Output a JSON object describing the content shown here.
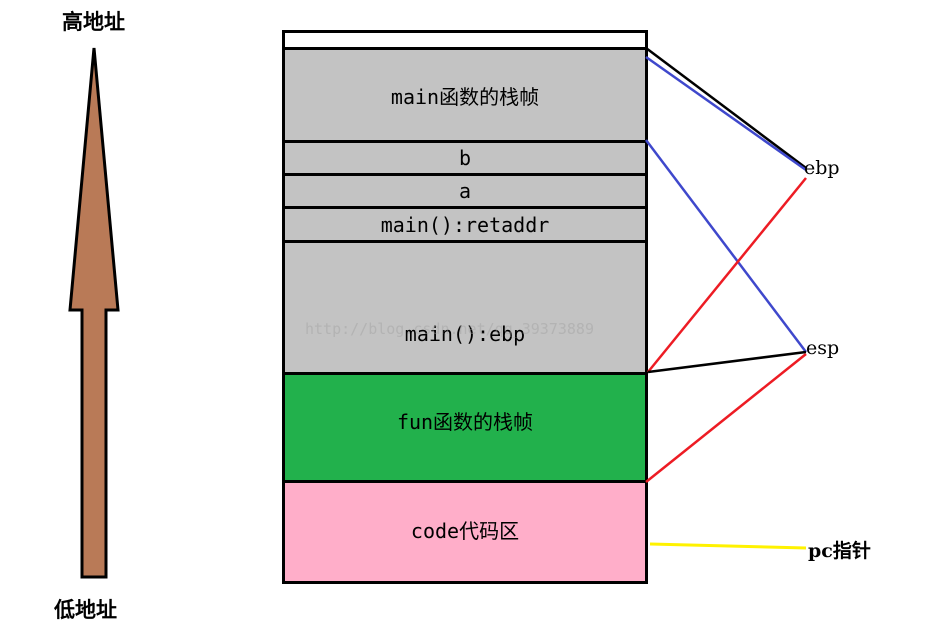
{
  "address_labels": {
    "high": "高地址",
    "low": "低地址"
  },
  "stack": {
    "blocks": [
      {
        "id": "top-empty",
        "label": "",
        "color": "#ffffff"
      },
      {
        "id": "main-frame",
        "label": "main函数的栈帧",
        "color": "#c3c3c3"
      },
      {
        "id": "var-b",
        "label": "b",
        "color": "#c3c3c3"
      },
      {
        "id": "var-a",
        "label": "a",
        "color": "#c3c3c3"
      },
      {
        "id": "main-retaddr",
        "label": "main():retaddr",
        "color": "#c3c3c3"
      },
      {
        "id": "main-ebp",
        "label": "main():ebp",
        "color": "#c3c3c3"
      },
      {
        "id": "fun-frame",
        "label": "fun函数的栈帧",
        "color": "#22b14c"
      },
      {
        "id": "code-area",
        "label": "code代码区",
        "color": "#ffaec9"
      }
    ]
  },
  "pointers": {
    "ebp": "ebp",
    "esp": "esp",
    "pc": "pc指针"
  },
  "watermark": "http://blog.csdn.net/qq_39373889",
  "colors": {
    "arrow": "#b97a57",
    "blue_line": "#3f48cc",
    "red_line": "#ed1c24",
    "black_line": "#000000",
    "yellow_line": "#fff200"
  }
}
